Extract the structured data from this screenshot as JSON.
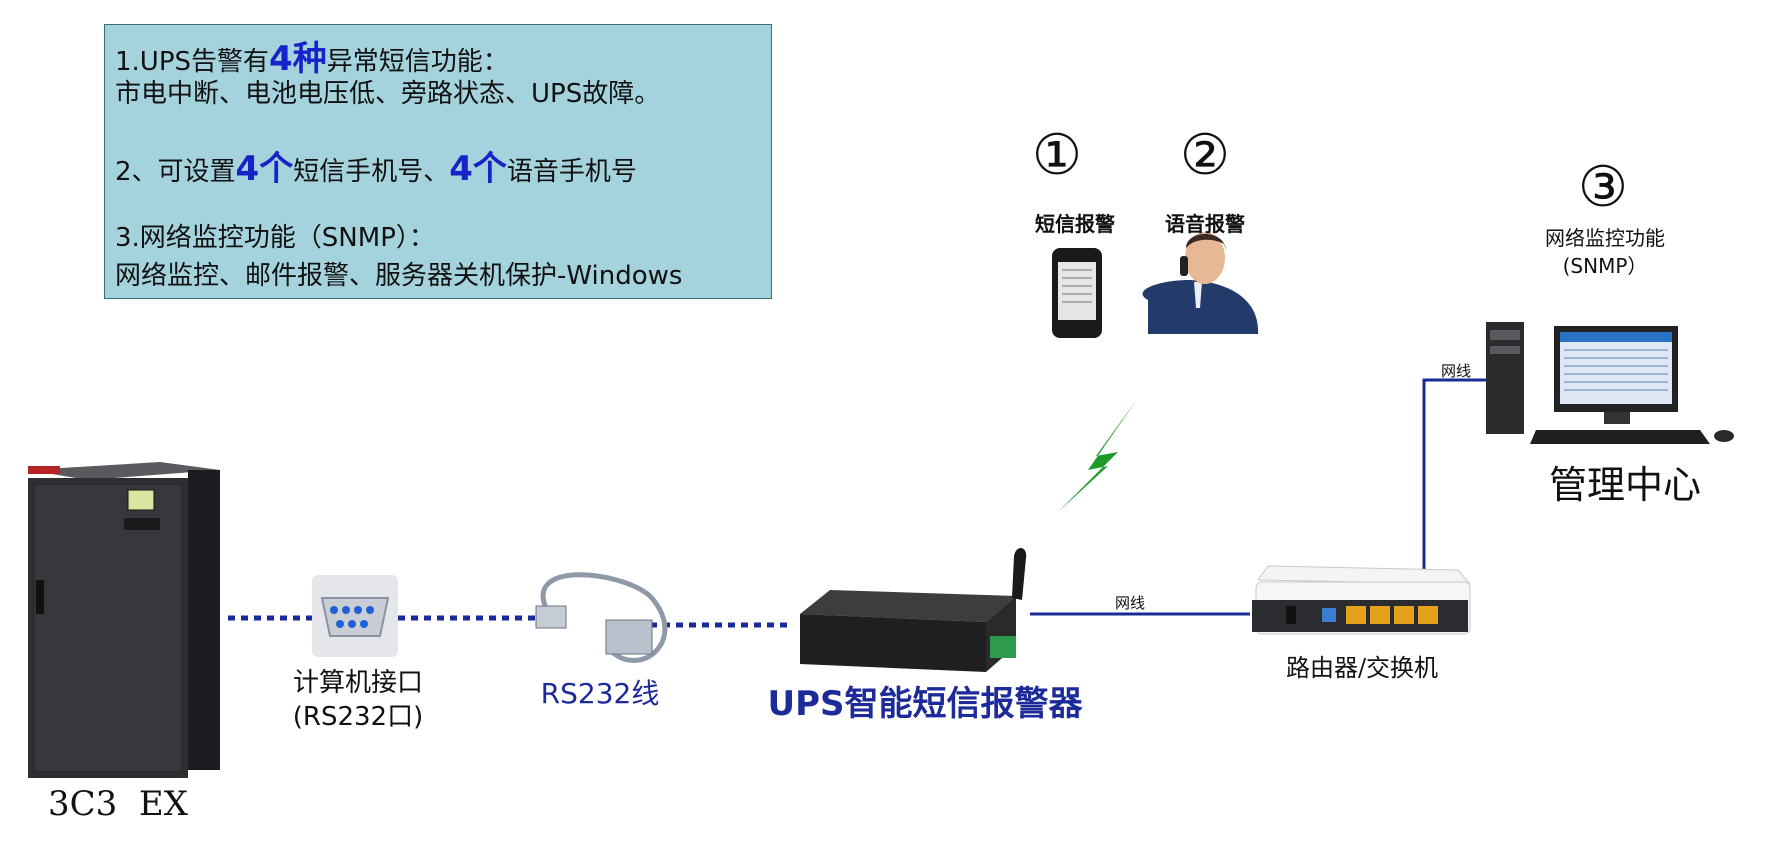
{
  "info": {
    "line1_a": "1.UPS告警有",
    "line1_b": "4种",
    "line1_c": "异常短信功能：",
    "line2": "市电中断、电池电压低、旁路状态、UPS故障。",
    "line3_a": "2、可设置",
    "line3_b": "4个",
    "line3_c": "短信手机号、",
    "line3_d": "4个",
    "line3_e": "语音手机号",
    "line4": "3.网络监控功能（SNMP）：",
    "line5": "网络监控、邮件报警、服务器关机保护-Windows"
  },
  "alerts": {
    "sms_num": "①",
    "sms_label": "短信报警",
    "voice_num": "②",
    "voice_label": "语音报警",
    "snmp_num": "③",
    "snmp_label1": "网络监控功能",
    "snmp_label2": "(SNMP）"
  },
  "devices": {
    "ups_label": "3C3  EX",
    "port_label1": "计算机接口",
    "port_label2": "(RS232口)",
    "cable_label": "RS232线",
    "alarm_label": "UPS智能短信报警器",
    "router_label": "路由器/交换机",
    "center_label": "管理中心",
    "net_label1": "网线",
    "net_label2": "网线"
  },
  "colors": {
    "info_bg": "#a4d3de",
    "highlight_blue": "#1722c8",
    "line_blue": "#1a2a9a",
    "signal_green": "#1e9a2a"
  }
}
